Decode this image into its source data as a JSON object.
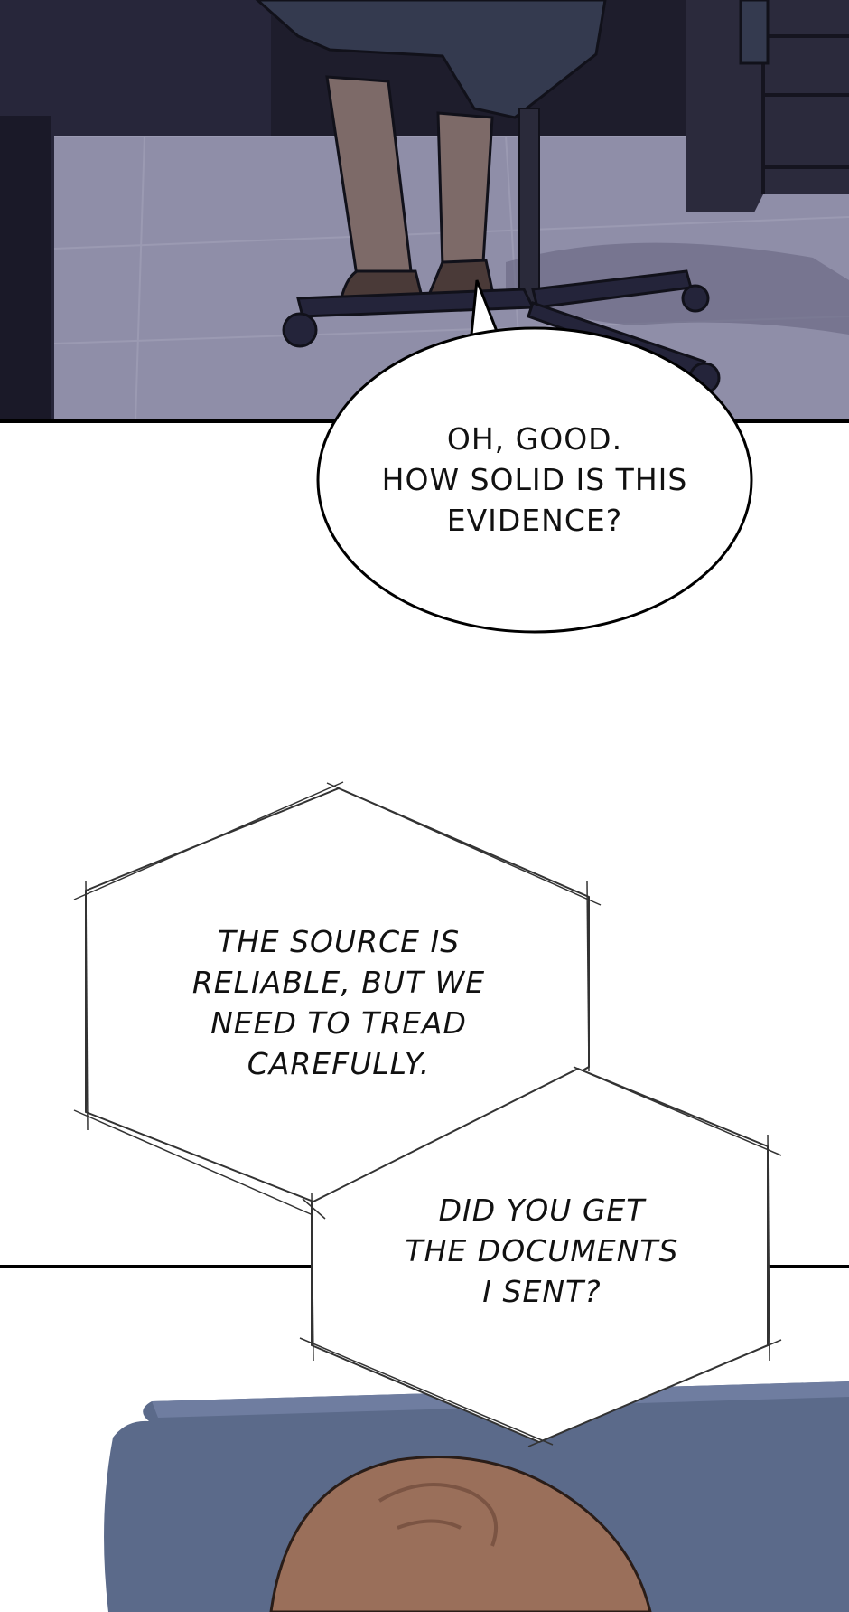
{
  "panels": [
    {
      "scene": "office-chair-legs",
      "speech_bubble": {
        "text": "OH, GOOD.\nHOW SOLID IS THIS\nEVIDENCE?"
      }
    },
    {
      "scene": "character-head-closeup",
      "caption_boxes": [
        {
          "text": "THE SOURCE IS\nRELIABLE, BUT WE\nNEED TO TREAD\nCAREFULLY."
        },
        {
          "text": "DID YOU GET\nTHE DOCUMENTS\nI SENT?"
        }
      ]
    }
  ],
  "colors": {
    "background": "#ffffff",
    "floor": "#8f8ea8",
    "dark_furniture": "#2b2a3c",
    "chair": "#343a4f",
    "pants": "#7d6a68",
    "shoes": "#4a3a38",
    "sofa": "#5b6a8a",
    "hair": "#9a6f5a",
    "ink": "#000000"
  }
}
